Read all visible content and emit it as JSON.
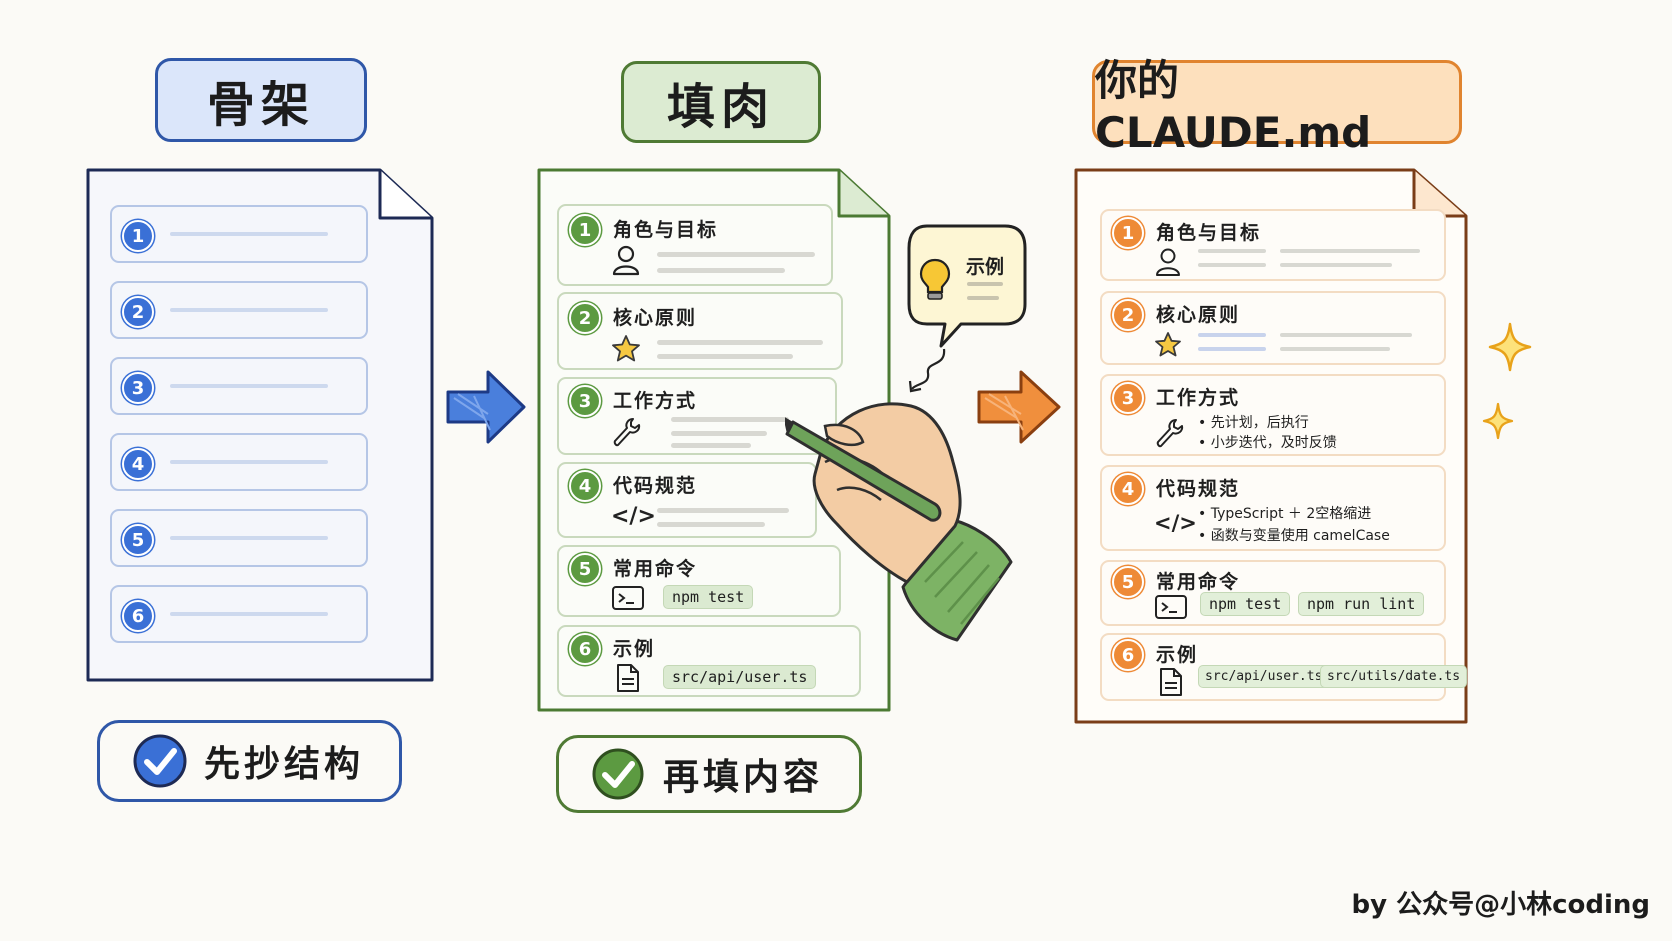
{
  "titles": {
    "skeleton": "骨架",
    "fill": "填肉",
    "yours": "你的 CLAUDE.md"
  },
  "numbers": [
    "1",
    "2",
    "3",
    "4",
    "5",
    "6"
  ],
  "sections": {
    "s1": "角色与目标",
    "s2": "核心原则",
    "s3": "工作方式",
    "s4": "代码规范",
    "s5": "常用命令",
    "s6": "示例"
  },
  "fill_doc": {
    "cmd_chip": "npm test",
    "example_chip": "src/api/user.ts"
  },
  "bubble": {
    "label": "示例"
  },
  "final_doc": {
    "work_bullets": [
      "• 先计划，后执行",
      "• 小步迭代，及时反馈"
    ],
    "code_bullets": [
      "• TypeScript ＋ 2空格缩进",
      "• 函数与变量使用 camelCase"
    ],
    "cmd_chips": [
      "npm test",
      "npm run lint"
    ],
    "example_chips": [
      "src/api/user.ts",
      "src/utils/date.ts"
    ]
  },
  "footers": {
    "copy_structure": "先抄结构",
    "fill_content": "再填内容"
  },
  "credit": "by 公众号@小林coding",
  "icons": [
    "user-icon",
    "star-icon",
    "wrench-icon",
    "code-icon",
    "terminal-icon",
    "file-icon",
    "lightbulb-icon",
    "check-icon",
    "arrow-icon",
    "sparkle-icon",
    "pen-hand-icon"
  ],
  "colors": {
    "blue": "#2f57a8",
    "green": "#4f7a34",
    "orange": "#e0842f"
  }
}
